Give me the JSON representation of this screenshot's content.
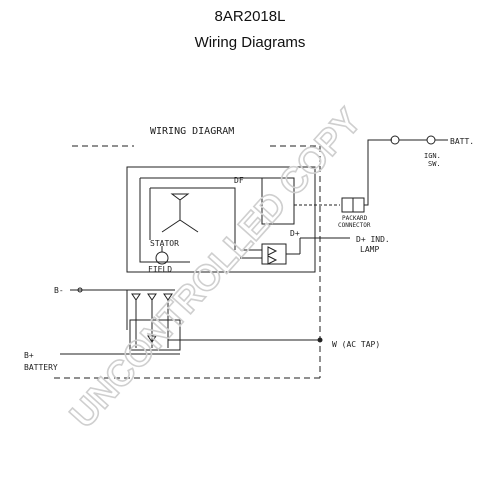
{
  "header": {
    "model": "8AR2018L",
    "subtitle": "Wiring Diagrams"
  },
  "diagram": {
    "heading": "WIRING DIAGRAM",
    "labels": {
      "df": "DF",
      "stator": "STATOR",
      "field": "FIELD",
      "d_plus": "D+",
      "b_minus": "B-",
      "b_plus": "B+",
      "battery": "BATTERY",
      "w_ac_tap": "W (AC TAP)",
      "d_plus_ind": "D+ IND.",
      "lamp": "LAMP",
      "packard": "PACKARD",
      "connector": "CONNECTOR",
      "batt": "BATT.",
      "ign": "IGN.",
      "sw": "SW."
    }
  },
  "watermark": "UNCONTROLLED COPY"
}
